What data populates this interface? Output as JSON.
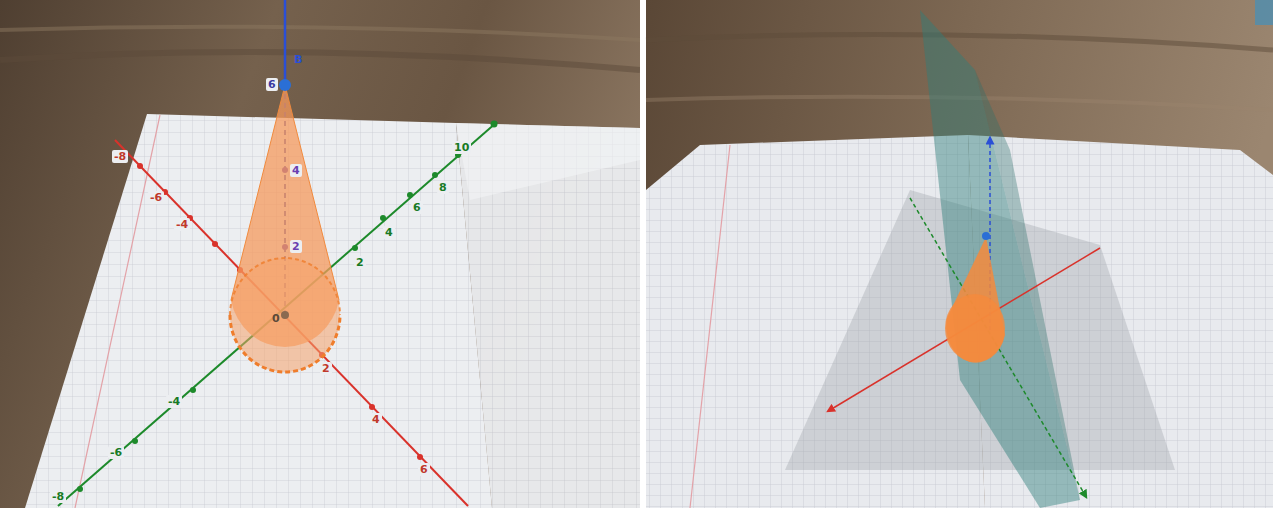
{
  "diagram": {
    "labels": [
      "B",
      "6",
      "4",
      "2",
      "0",
      "-8",
      "-6",
      "-4",
      "2",
      "4",
      "6",
      "-8",
      "-6",
      "-4",
      "2",
      "4",
      "6",
      "8",
      "10"
    ]
  }
}
